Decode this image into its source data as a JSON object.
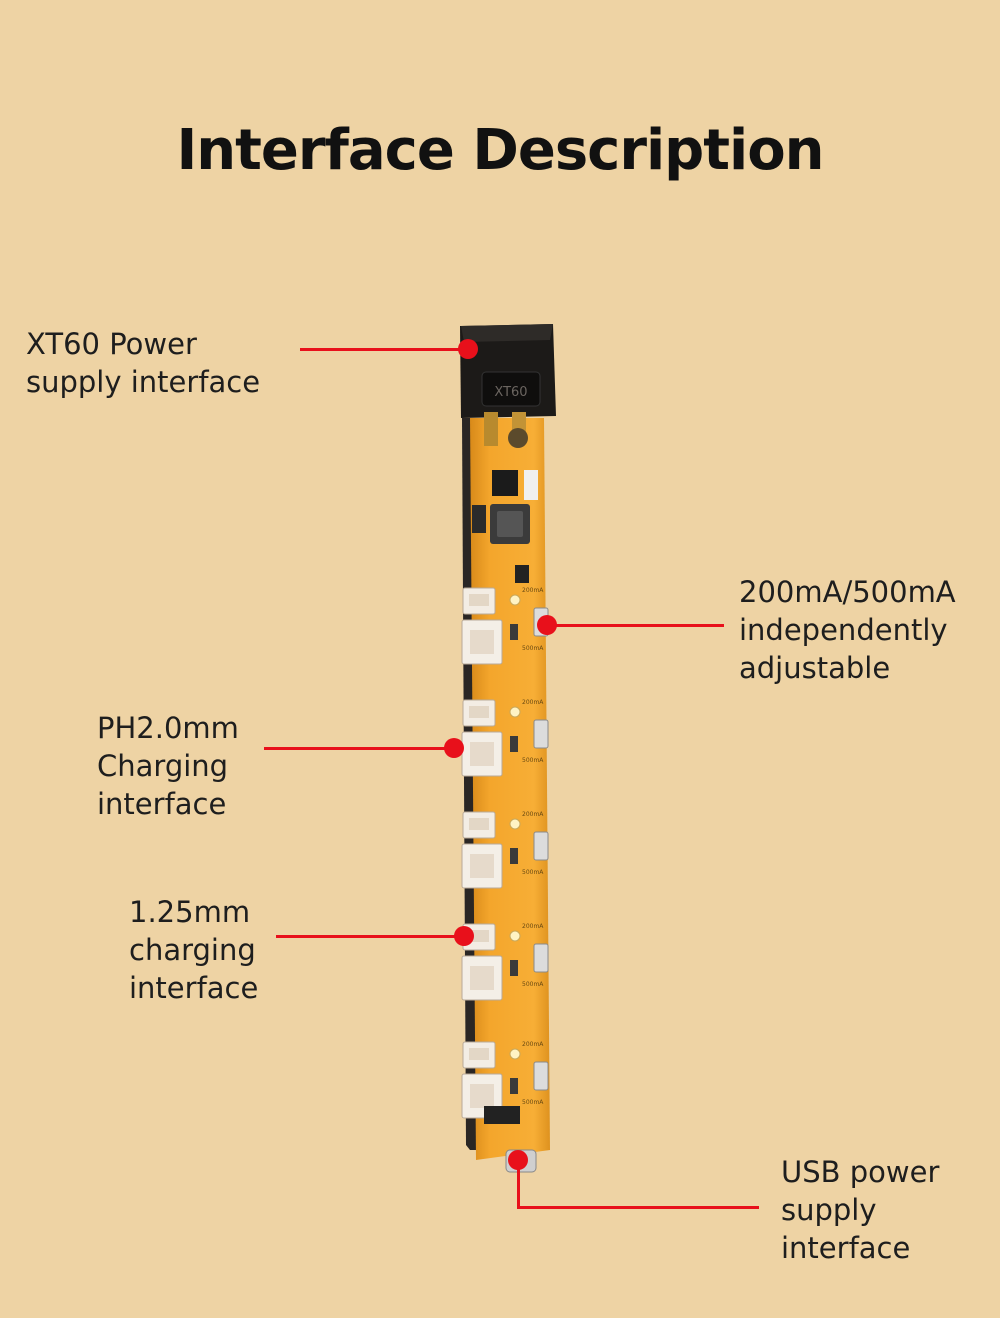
{
  "title": "Interface Description",
  "labels": {
    "xt60": "XT60 Power\nsupply interface",
    "current": "200mA/500mA\nindependently\nadjustable",
    "ph20": "PH2.0mm\nCharging\ninterface",
    "mm125": "1.25mm\ncharging\ninterface",
    "usb": "USB power\nsupply\ninterface"
  },
  "board": {
    "connector_text": "XT60",
    "current_low": "200mA",
    "current_high": "500mA",
    "module_count": 5
  },
  "colors": {
    "background": "#eed3a4",
    "leader": "#e8101b",
    "pcb": "#f2a228",
    "connector": "#1c1a18"
  }
}
